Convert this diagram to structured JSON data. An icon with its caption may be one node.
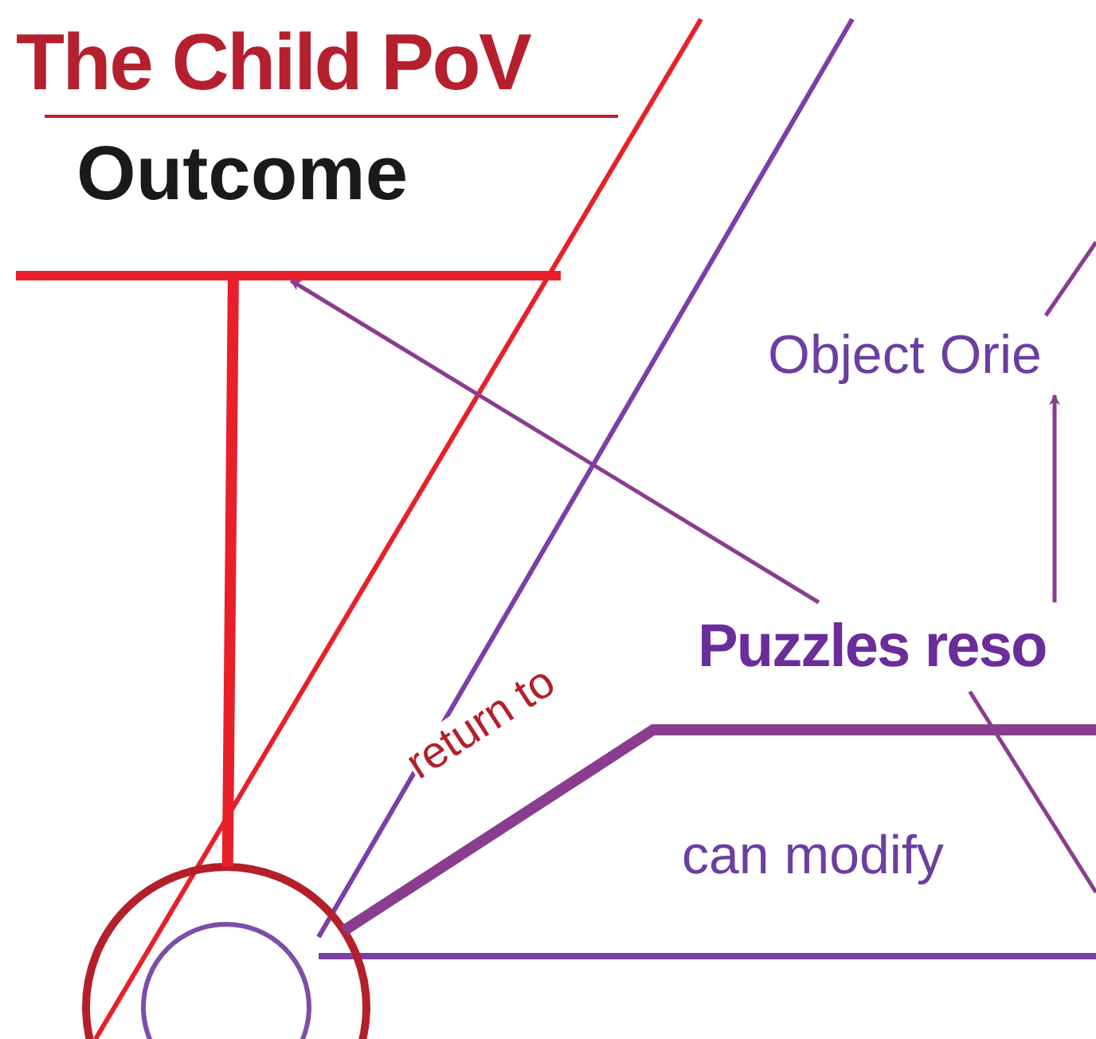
{
  "diagram": {
    "nodes": [
      {
        "text": [
          "The Child PoV",
          "Outcome"
        ]
      },
      {
        "text": [
          "Object Orie"
        ]
      },
      {
        "text": [
          "Puzzles reso"
        ]
      },
      {
        "text": [],
        "shape": "circle"
      }
    ],
    "edges": [
      {
        "from": 3,
        "to": 0,
        "arrow": "to",
        "style": "thick",
        "color": "#e8202a"
      },
      {
        "from": 2,
        "to": 0,
        "arrow": "to"
      },
      {
        "from": 2,
        "to": 1,
        "arrow": "to"
      },
      {
        "from": 3,
        "to": null,
        "arrow": "none",
        "label": "return to",
        "style": "thick"
      },
      {
        "from": 2,
        "to": null,
        "arrow": "none"
      },
      {
        "from": 1,
        "to": null,
        "arrow": "none"
      }
    ],
    "labels": [
      "can modify"
    ]
  }
}
